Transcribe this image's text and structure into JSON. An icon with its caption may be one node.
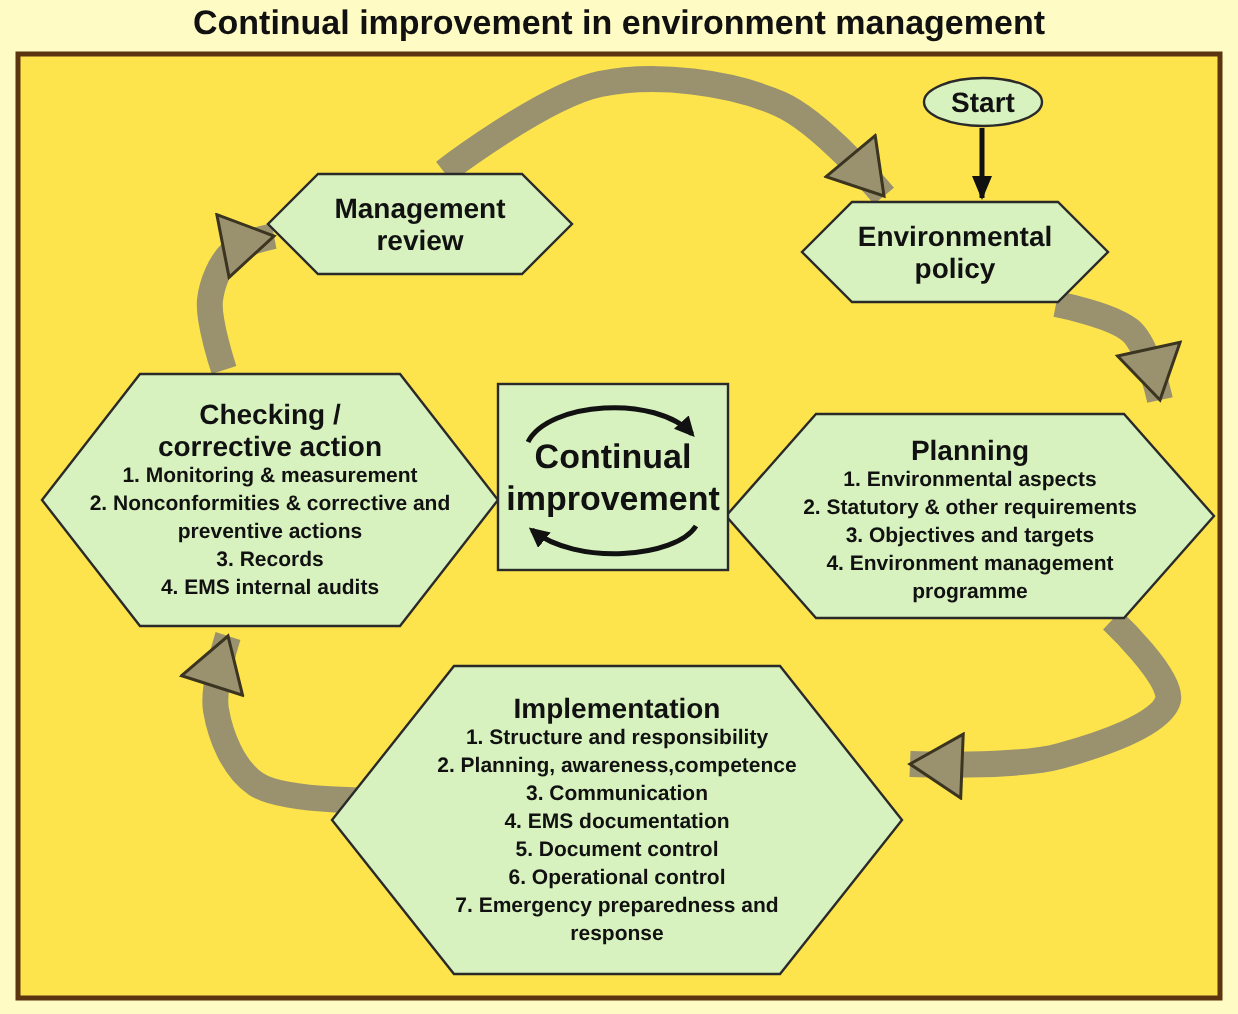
{
  "diagram": {
    "title": "Continual improvement in environment management",
    "nodes": [
      {
        "text": [
          "Start"
        ]
      },
      {
        "text": [
          "Environmental policy"
        ]
      },
      {
        "text": [
          "Planning",
          "1. Environmental aspects",
          "2. Statutory & other requirements",
          "3. Objectives and targets",
          "4. Environment management programme"
        ]
      },
      {
        "text": [
          "Implementation",
          "1. Structure and responsibility",
          "2. Planning, awareness,competence",
          "3. Communication",
          "4. EMS documentation",
          "5. Document control",
          "6. Operational control",
          "7. Emergency preparedness and response"
        ]
      },
      {
        "text": [
          "Checking / corrective action",
          "1. Monitoring & measurement",
          "2. Nonconformities & corrective and preventive actions",
          "3. Records",
          "4. EMS internal audits"
        ]
      },
      {
        "text": [
          "Management review"
        ]
      },
      {
        "text": [
          "Continual improvement"
        ]
      }
    ],
    "edges": [
      {
        "from": 0,
        "to": 1,
        "arrow": "to",
        "color": "#111111"
      },
      {
        "from": 1,
        "to": 2,
        "arrow": "to"
      },
      {
        "from": 2,
        "to": 3,
        "arrow": "to"
      },
      {
        "from": 3,
        "to": 4,
        "arrow": "to"
      },
      {
        "from": 4,
        "to": 5,
        "arrow": "to"
      },
      {
        "from": 5,
        "to": 1,
        "arrow": "to"
      }
    ]
  }
}
